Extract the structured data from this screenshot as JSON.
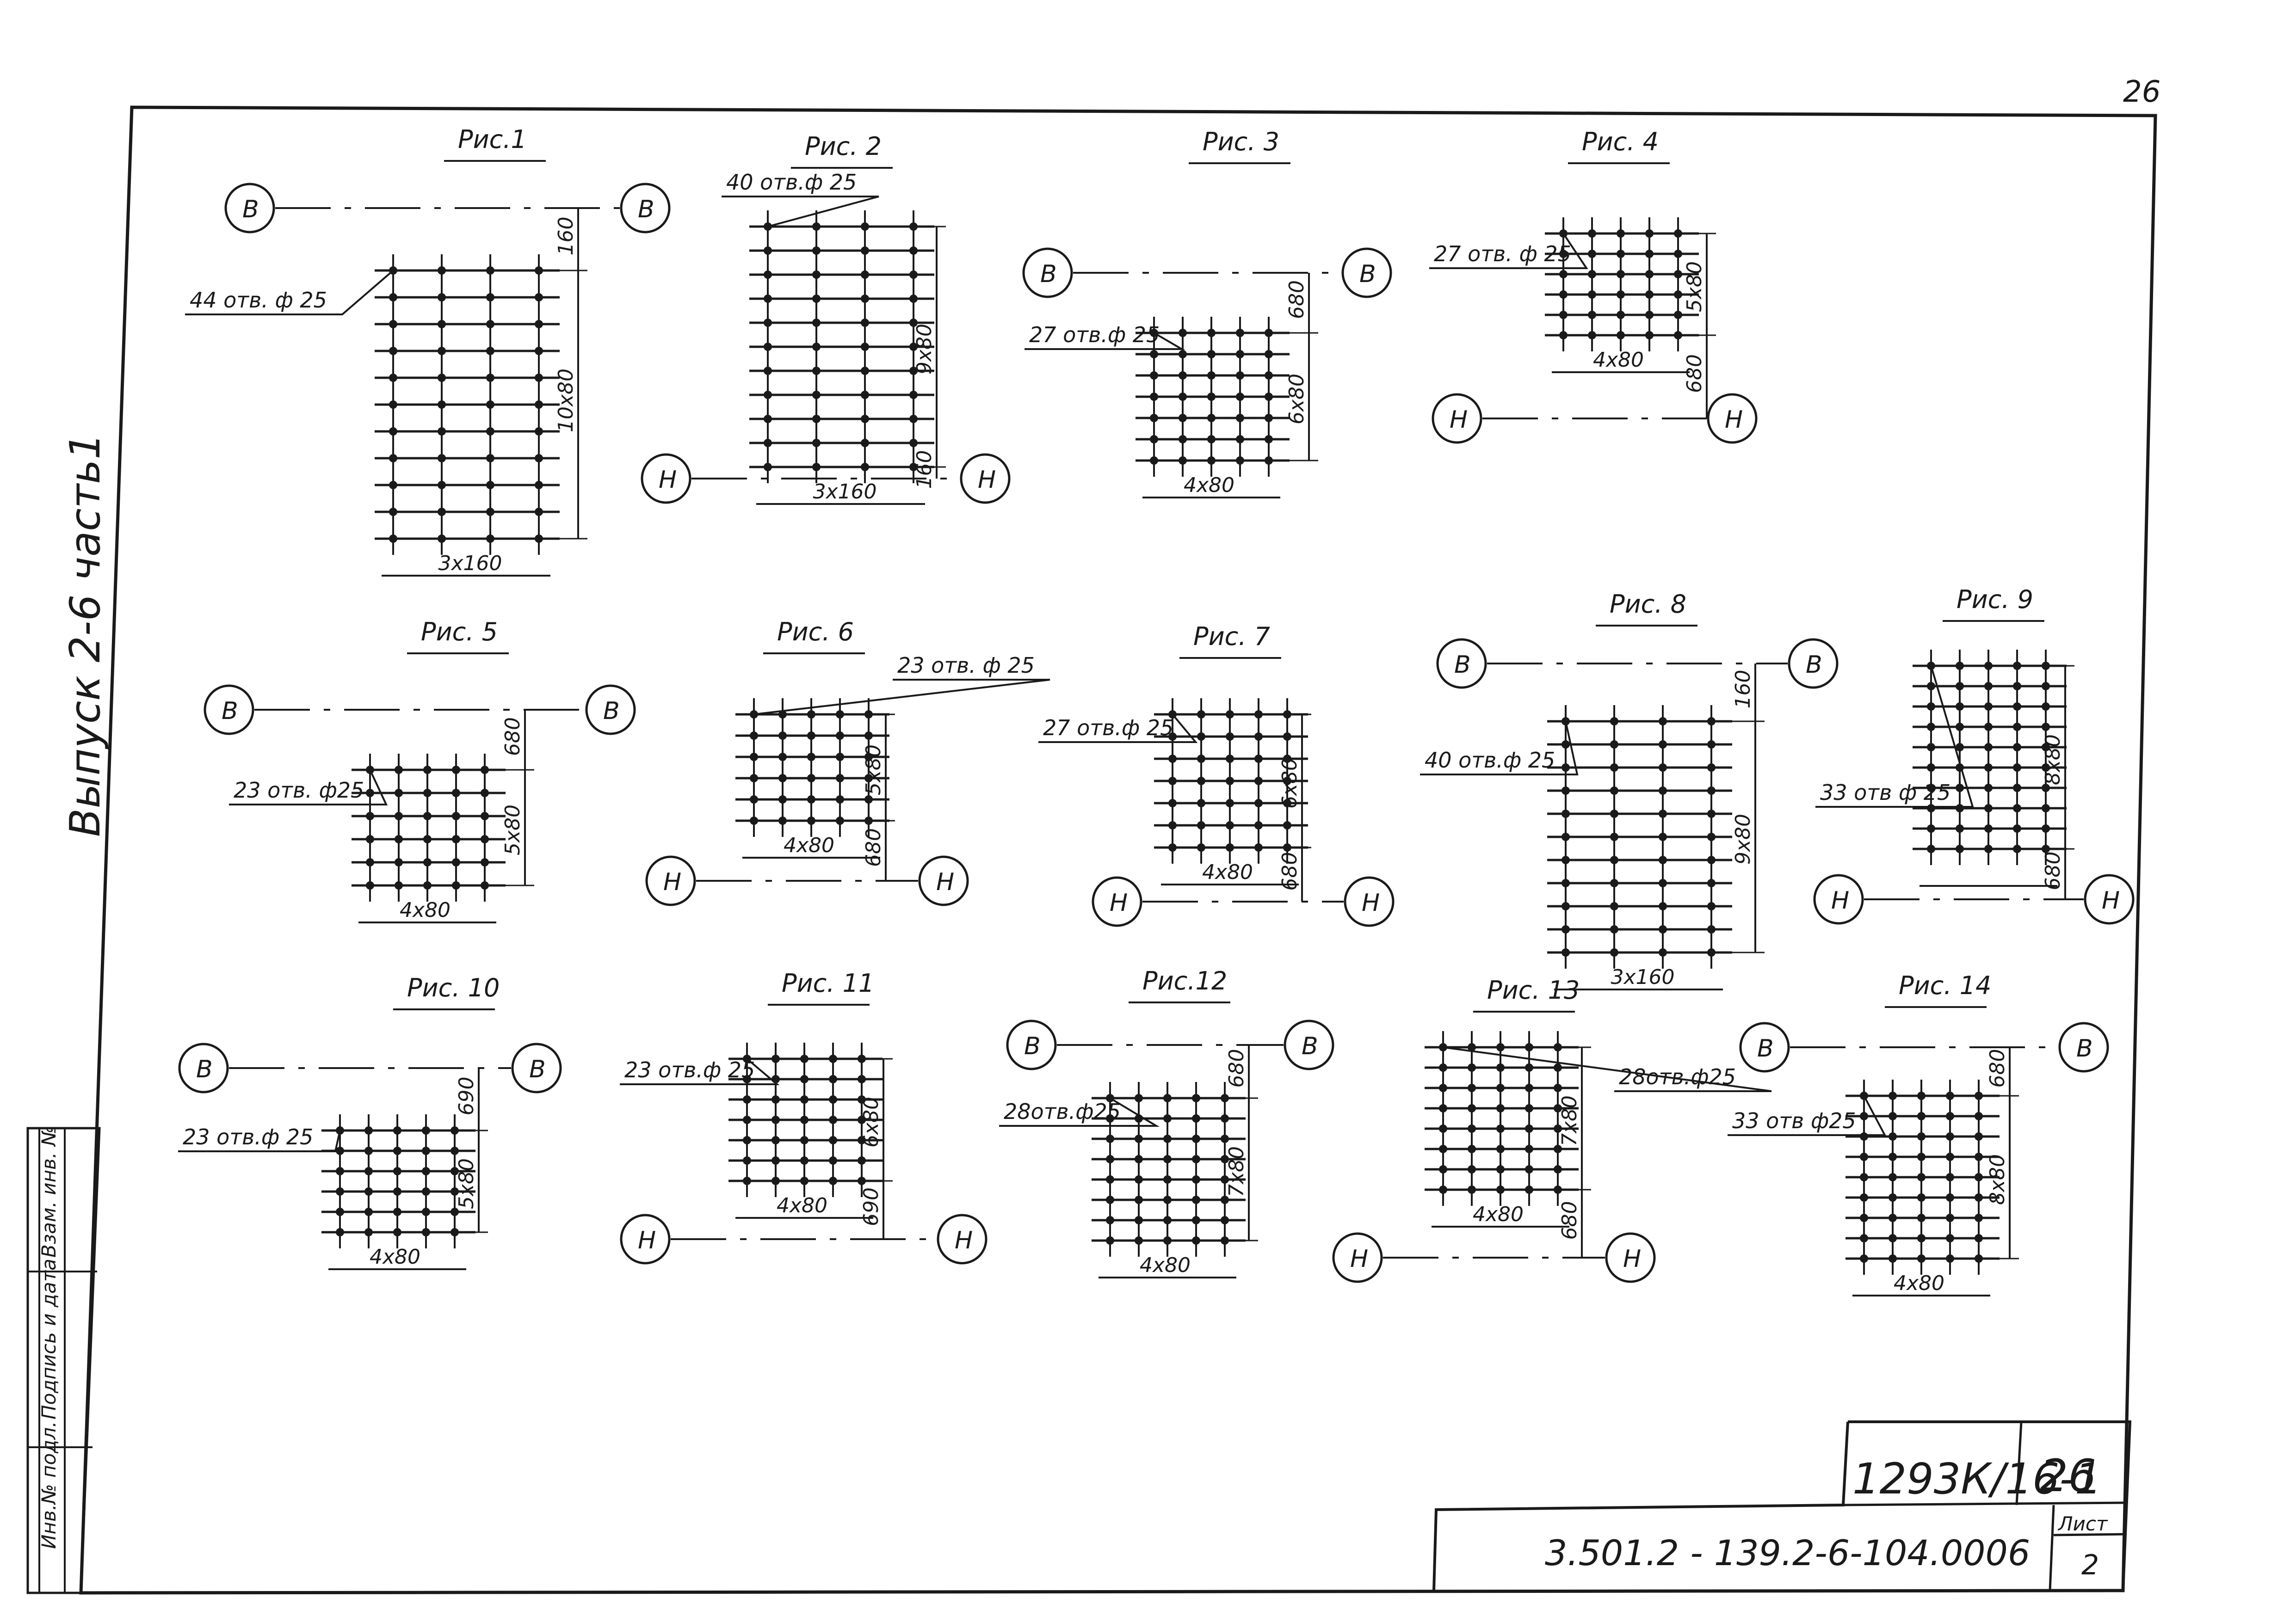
{
  "sheet": {
    "page_number": "26",
    "side_title": "Выпуск 2-6 часть1",
    "margin_labels": [
      "Инв.№ подл.",
      "Подпись и дата",
      "Взам. инв. №"
    ],
    "stamp_code": "1293К/16-1",
    "stamp_number": "26",
    "designation": "3.501.2 - 139.2-6-104.0006",
    "sheet_label": "Лист",
    "sheet_value": "2"
  },
  "figures": [
    {
      "title": "Рис.1",
      "axis": "В",
      "hole_note": "44 отв. ф 25",
      "pitch": "3х160",
      "span": "10х80",
      "offset": "160"
    },
    {
      "title": "Рис. 2",
      "axis": "Н",
      "hole_note": "40 отв.ф 25",
      "pitch": "3х160",
      "span": "9х80",
      "offset": "160"
    },
    {
      "title": "Рис. 3",
      "axis": "В",
      "hole_note": "27 отв.ф 25",
      "pitch": "4х80",
      "span": "6х80",
      "offset": "680"
    },
    {
      "title": "Рис. 4",
      "axis": "Н",
      "hole_note": "27 отв. ф 25",
      "pitch": "4х80",
      "span": "5х80",
      "offset": "680"
    },
    {
      "title": "Рис. 5",
      "axis": "В",
      "hole_note": "23 отв. ф25",
      "pitch": "4х80",
      "span": "5х80",
      "offset": "680"
    },
    {
      "title": "Рис. 6",
      "axis": "Н",
      "hole_note": "23 отв. ф 25",
      "pitch": "4х80",
      "span": "5х80",
      "offset": "680"
    },
    {
      "title": "Рис. 7",
      "axis": "Н",
      "hole_note": "27 отв.ф 25",
      "pitch": "4х80",
      "span": "6х80",
      "offset": "680"
    },
    {
      "title": "Рис. 8",
      "axis": "В",
      "hole_note": "40 отв.ф 25",
      "pitch": "3х160",
      "span": "9х80",
      "offset": "160"
    },
    {
      "title": "Рис. 9",
      "axis": "Н",
      "hole_note": "33 отв ф 25",
      "pitch": "",
      "span": "8х80",
      "offset": "680"
    },
    {
      "title": "Рис. 10",
      "axis": "В",
      "hole_note": "23 отв.ф 25",
      "pitch": "4х80",
      "span": "5х80",
      "offset": "690"
    },
    {
      "title": "Рис. 11",
      "axis": "Н",
      "hole_note": "23 отв.ф 25",
      "pitch": "4х80",
      "span": "6х80",
      "offset": "690"
    },
    {
      "title": "Рис.12",
      "axis": "В",
      "hole_note": "28отв.ф25",
      "pitch": "4х80",
      "span": "7х80",
      "offset": "680"
    },
    {
      "title": "Рис. 13",
      "axis": "Н",
      "hole_note": "28отв.ф25",
      "pitch": "4х80",
      "span": "7х80",
      "offset": "680"
    },
    {
      "title": "Рис. 14",
      "axis": "В",
      "hole_note": "33 отв ф25",
      "pitch": "4х80",
      "span": "8х80",
      "offset": "680"
    }
  ]
}
